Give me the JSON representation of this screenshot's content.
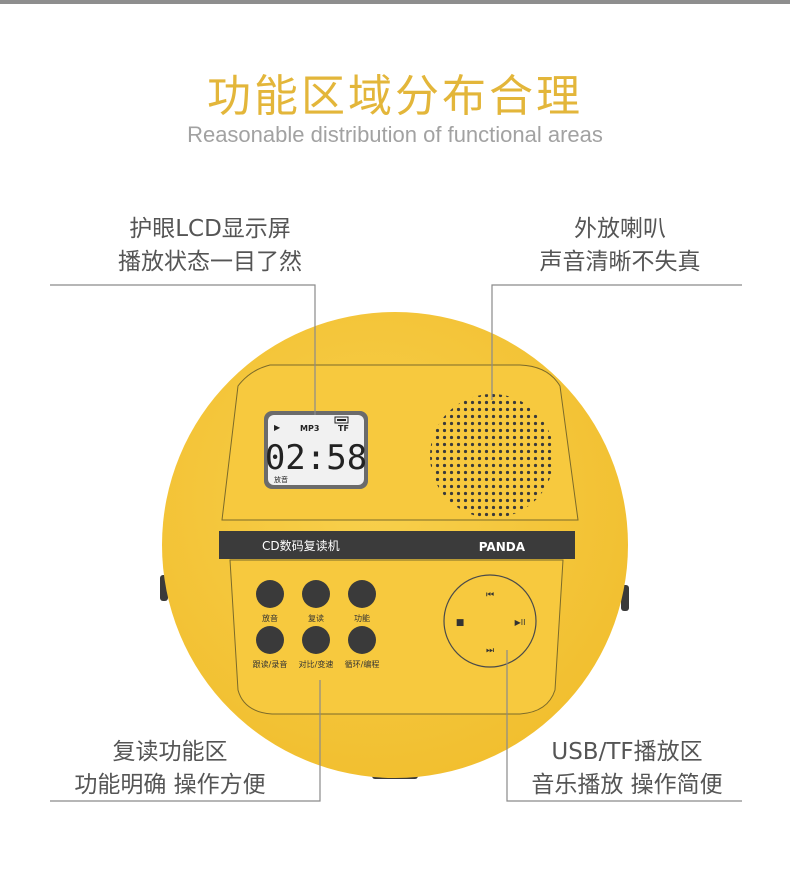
{
  "header": {
    "title": "功能区域分布合理",
    "subtitle": "Reasonable distribution of functional areas"
  },
  "callouts": {
    "lcd": {
      "line1": "护眼LCD显示屏",
      "line2": "播放状态一目了然"
    },
    "speaker": {
      "line1": "外放喇叭",
      "line2": "声音清晰不失真"
    },
    "repeat": {
      "line1": "复读功能区",
      "line2": "功能明确 操作方便"
    },
    "usb": {
      "line1": "USB/TF播放区",
      "line2": "音乐播放 操作简便"
    }
  },
  "device": {
    "model_label": "CD数码复读机",
    "brand": "PANDA",
    "lcd": {
      "play_indicator": "▶",
      "format": "MP3",
      "source": "TF",
      "time": "02:58",
      "status": "放音"
    },
    "buttons": [
      {
        "label": "放音"
      },
      {
        "label": "复读"
      },
      {
        "label": "功能"
      },
      {
        "label": "跟读/录音"
      },
      {
        "label": "对比/变速"
      },
      {
        "label": "循环/编程"
      }
    ],
    "dpad": {
      "prev": "⏮",
      "next": "⏭",
      "stop": "■",
      "play_pause": "▶II"
    }
  },
  "colors": {
    "title": "#e3b63a",
    "body_yellow": "#f6c83c",
    "band": "#3b3b3b",
    "button": "#3a3a3a"
  }
}
